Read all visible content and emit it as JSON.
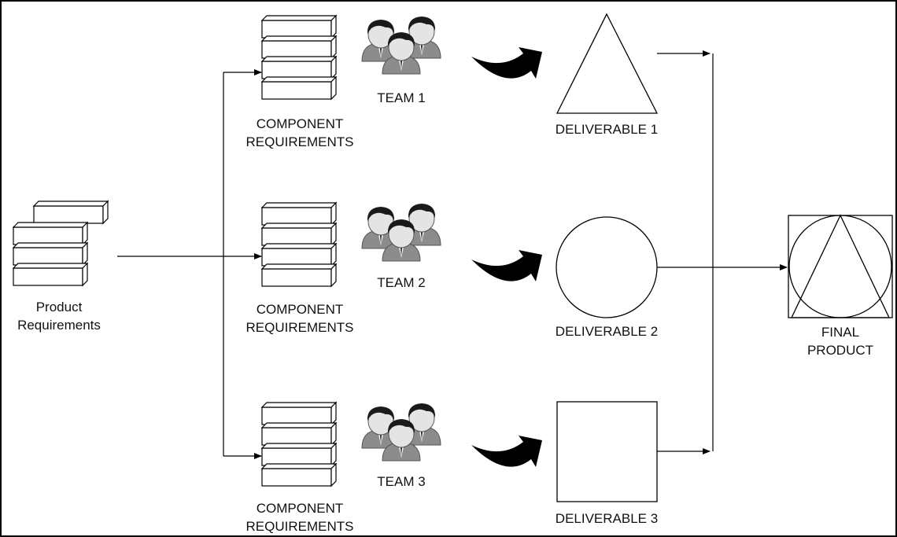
{
  "diagram": {
    "product_requirements": {
      "line1": "Product",
      "line2": "Requirements"
    },
    "rows": [
      {
        "component_line1": "COMPONENT",
        "component_line2": "REQUIREMENTS",
        "team": "TEAM 1",
        "deliverable": "DELIVERABLE 1",
        "shape": "triangle"
      },
      {
        "component_line1": "COMPONENT",
        "component_line2": "REQUIREMENTS",
        "team": "TEAM 2",
        "deliverable": "DELIVERABLE 2",
        "shape": "circle"
      },
      {
        "component_line1": "COMPONENT",
        "component_line2": "REQUIREMENTS",
        "team": "TEAM 3",
        "deliverable": "DELIVERABLE 3",
        "shape": "square"
      }
    ],
    "final_product": {
      "line1": "FINAL",
      "line2": "PRODUCT"
    },
    "icons": {
      "document_stack": "stacked-blocks-icon",
      "team": "people-group-icon",
      "arrow": "curved-arrow-icon"
    },
    "colors": {
      "line": "#000000",
      "background": "#ffffff",
      "people_suit": "#8a8a8a",
      "people_hair": "#1a1a1a"
    }
  }
}
